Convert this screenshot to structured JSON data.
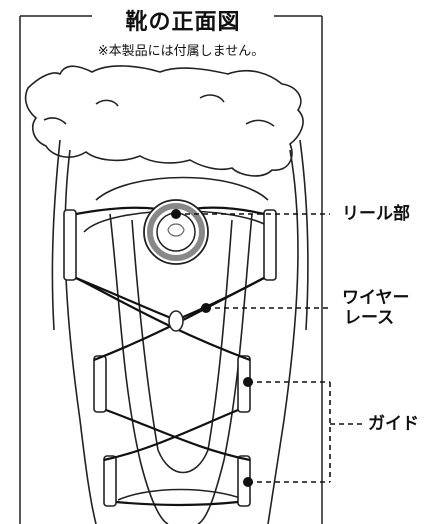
{
  "title": "靴の正面図",
  "note": "※本製品には付属しません。",
  "labels": {
    "reel": "リール部",
    "wire_lace_line1": "ワイヤー",
    "wire_lace_line2": "レース",
    "guide": "ガイド"
  }
}
